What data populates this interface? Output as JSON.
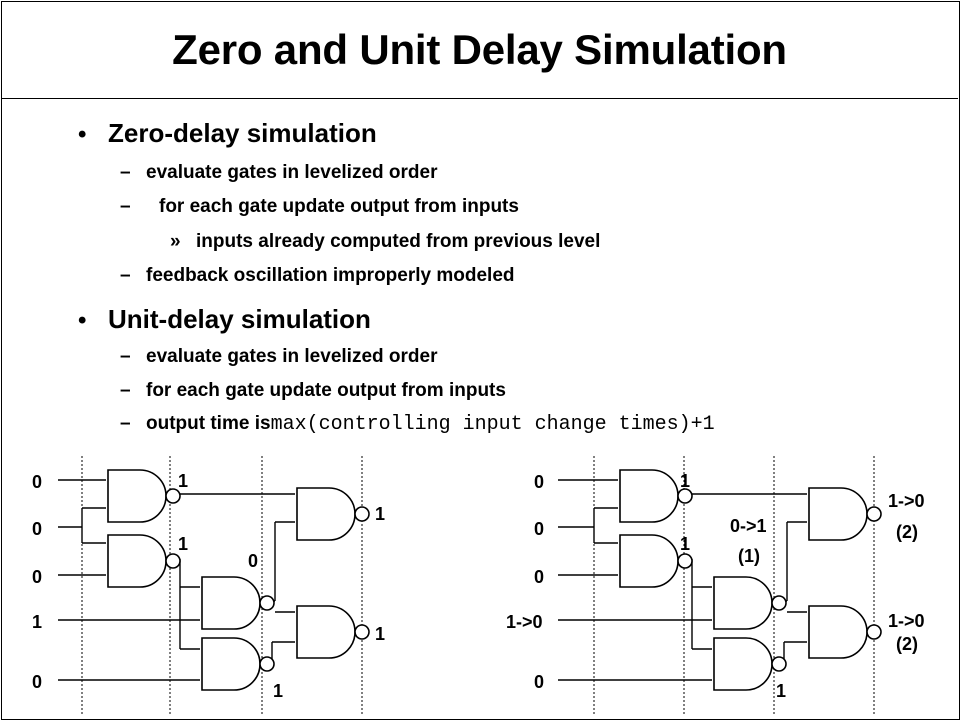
{
  "title": "Zero and Unit Delay Simulation",
  "bullets": [
    {
      "label": "Zero-delay simulation",
      "subs": [
        {
          "marker": "–",
          "text": "evaluate gates in levelized order"
        },
        {
          "marker": "–",
          "text": "for each gate update output from inputs"
        },
        {
          "marker": "»",
          "text": "inputs already computed from previous level"
        },
        {
          "marker": "–",
          "text": "feedback oscillation improperly modeled"
        }
      ]
    },
    {
      "label": "Unit-delay simulation",
      "subs": [
        {
          "marker": "–",
          "text": "evaluate gates in levelized order"
        },
        {
          "marker": "–",
          "text": "for each gate update output from inputs"
        },
        {
          "marker": "–",
          "text": "output time is ",
          "code": "max(controlling input change times)+1"
        }
      ]
    }
  ],
  "circuit_zero": {
    "in_1": "0",
    "in_2": "0",
    "in_3": "0",
    "in_4": "1",
    "in_5": "0",
    "g1_out": "1",
    "g2_out": "1",
    "g3_out": "0",
    "g4_out": "1",
    "g5_out": "1",
    "g6_out": "1"
  },
  "circuit_unit": {
    "in_1": "0",
    "in_2": "0",
    "in_3": "0",
    "in_4": "1->0",
    "in_5": "0",
    "g1_out": "1",
    "g2_out": "1",
    "g3_out": "0->1",
    "g3_time": "(1)",
    "g4_out": "1",
    "g5_out": "1->0",
    "g5_time": "(2)",
    "g6_out": "1->0",
    "g6_time": "(2)"
  }
}
